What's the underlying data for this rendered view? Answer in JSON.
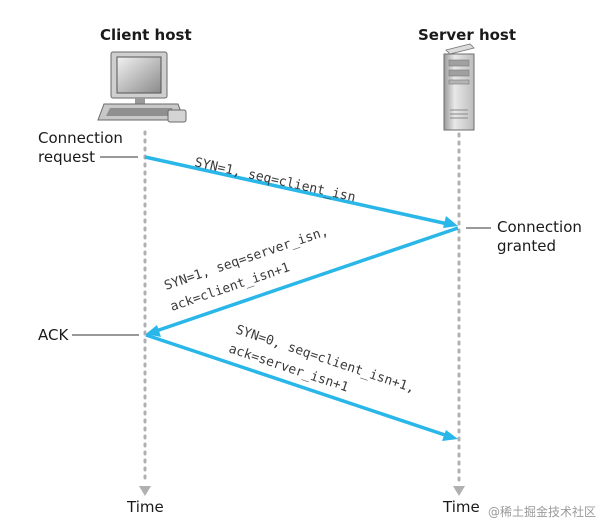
{
  "hosts": {
    "client_title": "Client host",
    "server_title": "Server host",
    "client_icon": "desktop-computer-icon",
    "server_icon": "server-tower-icon"
  },
  "events": {
    "connection_request_line1": "Connection",
    "connection_request_line2": "request",
    "connection_granted_line1": "Connection",
    "connection_granted_line2": "granted",
    "ack": "ACK"
  },
  "messages": {
    "m1_line1": "SYN=1, seq=client_isn",
    "m2_line1": "SYN=1, seq=server_isn,",
    "m2_line2": "ack=client_isn+1",
    "m3_line1": "SYN=0, seq=client_isn+1,",
    "m3_line2": "ack=server_isn+1"
  },
  "time_labels": {
    "client": "Time",
    "server": "Time"
  },
  "watermark": "@稀土掘金技术社区",
  "colors": {
    "arrow": "#29b6e8",
    "timeline": "#b0b0b0"
  }
}
